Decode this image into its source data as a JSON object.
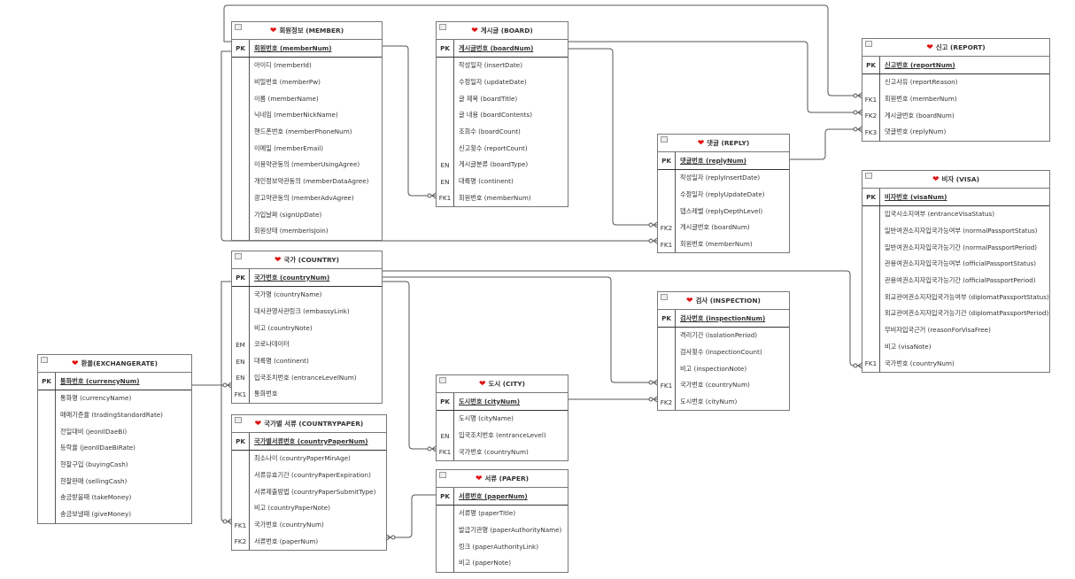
{
  "diagram": {
    "accent_heart_color": "#e01010",
    "tables": [
      {
        "id": "member",
        "title": "회원정보 (MEMBER)",
        "pk": {
          "key": "PK",
          "name": "회원번호 (memberNum)"
        },
        "fields": [
          {
            "key": "",
            "name": "아이디 (memberId)"
          },
          {
            "key": "",
            "name": "비밀번호 (memberPw)"
          },
          {
            "key": "",
            "name": "이름 (memberName)"
          },
          {
            "key": "",
            "name": "닉네임 (memberNickName)"
          },
          {
            "key": "",
            "name": "핸드폰번호 (memberPhoneNum)"
          },
          {
            "key": "",
            "name": "이메일 (memberEmail)"
          },
          {
            "key": "",
            "name": "이용약관동의 (memberUsingAgree)"
          },
          {
            "key": "",
            "name": "개인정보약관동의 (memberDataAgree)"
          },
          {
            "key": "",
            "name": "광고약관동의 (memberAdvAgree)"
          },
          {
            "key": "",
            "name": "가입날짜 (signUpDate)"
          },
          {
            "key": "",
            "name": "회원상태 (memberIsJoin)"
          }
        ]
      },
      {
        "id": "board",
        "title": "게시글 (BOARD)",
        "pk": {
          "key": "PK",
          "name": "게시글번호 (boardNum)"
        },
        "fields": [
          {
            "key": "",
            "name": "작성일자 (insertDate)"
          },
          {
            "key": "",
            "name": "수정일자 (updateDate)"
          },
          {
            "key": "",
            "name": "글 제목 (boardTitle)"
          },
          {
            "key": "",
            "name": "글 내용 (boardContents)"
          },
          {
            "key": "",
            "name": "조회수 (boardCount)"
          },
          {
            "key": "",
            "name": "신고횟수 (reportCount)"
          },
          {
            "key": "EN",
            "name": "게시글분류 (boardType)"
          },
          {
            "key": "EN",
            "name": "대륙명 (continent)"
          },
          {
            "key": "FK1",
            "name": "회원번호 (memberNum)"
          }
        ]
      },
      {
        "id": "report",
        "title": "신고 (REPORT)",
        "pk": {
          "key": "PK",
          "name": "신고번호 (reportNum)"
        },
        "fields": [
          {
            "key": "",
            "name": "신고사유 (reportReason)"
          },
          {
            "key": "FK1",
            "name": "회원번호 (memberNum)"
          },
          {
            "key": "FK2",
            "name": "게시글번호 (boardNum)"
          },
          {
            "key": "FK3",
            "name": "댓글번호 (replyNum)"
          }
        ]
      },
      {
        "id": "reply",
        "title": "댓글 (REPLY)",
        "pk": {
          "key": "PK",
          "name": "댓글번호 (replyNum)"
        },
        "fields": [
          {
            "key": "",
            "name": "작성일자 (replyInsertDate)"
          },
          {
            "key": "",
            "name": "수정일자 (replyUpdateDate)"
          },
          {
            "key": "",
            "name": "뎁스레벨 (replyDepthLevel)"
          },
          {
            "key": "FK2",
            "name": "게시글번호 (boardNum)"
          },
          {
            "key": "FK1",
            "name": "회원번호 (memberNum)"
          }
        ]
      },
      {
        "id": "visa",
        "title": "비자 (VISA)",
        "pk": {
          "key": "PK",
          "name": "비자번호 (visaNum)"
        },
        "fields": [
          {
            "key": "",
            "name": "입국시소지여부 (entranceVisaStatus)"
          },
          {
            "key": "",
            "name": "일반여권소지자입국가능여부 (normalPassportStatus)"
          },
          {
            "key": "",
            "name": "일반여권소지자입국가능기간 (normalPassportPeriod)"
          },
          {
            "key": "",
            "name": "관용여권소지자입국가능여부 (officialPassportStatus)"
          },
          {
            "key": "",
            "name": "관용여권소지자입국가능기간 (officialPassportPeriod)"
          },
          {
            "key": "",
            "name": "외교관여권소지자입국가능여부 (diplomatPassportStatus)"
          },
          {
            "key": "",
            "name": "외교관여권소지자입국가능기간 (diplomatPassportPeriod)"
          },
          {
            "key": "",
            "name": "무비자입국근거 (reasonForVisaFree)"
          },
          {
            "key": "",
            "name": "비고 (visaNote)"
          },
          {
            "key": "FK1",
            "name": "국가번호 (countryNum)"
          }
        ]
      },
      {
        "id": "country",
        "title": "국가 (COUNTRY)",
        "pk": {
          "key": "PK",
          "name": "국가번호 (countryNum)"
        },
        "fields": [
          {
            "key": "",
            "name": "국가명 (countryName)"
          },
          {
            "key": "",
            "name": "대사관영사관링크 (embassyLink)"
          },
          {
            "key": "",
            "name": "비고 (countryNote)"
          },
          {
            "key": "EM",
            "name": "코로나데이터"
          },
          {
            "key": "EN",
            "name": "대륙명 (continent)"
          },
          {
            "key": "EN",
            "name": "입국조치번호 (entranceLevelNum)"
          },
          {
            "key": "FK1",
            "name": "통화번호"
          }
        ]
      },
      {
        "id": "exchangerate",
        "title": "환율(EXCHANGERATE)",
        "pk": {
          "key": "PK",
          "name": "통화번호 (currencyNum)"
        },
        "fields": [
          {
            "key": "",
            "name": "통화명 (currencyName)"
          },
          {
            "key": "",
            "name": "매매기준율 (tradingStandardRate)"
          },
          {
            "key": "",
            "name": "전일대비 (jeonIlDaeBi)"
          },
          {
            "key": "",
            "name": "등락율 (jeonIlDaeBiRate)"
          },
          {
            "key": "",
            "name": "현찰구입 (buyingCash)"
          },
          {
            "key": "",
            "name": "현찰판매 (sellingCash)"
          },
          {
            "key": "",
            "name": "송금받을때 (takeMoney)"
          },
          {
            "key": "",
            "name": "송금보낼때 (giveMoney)"
          }
        ]
      },
      {
        "id": "countrypaper",
        "title": "국가별 서류 (COUNTRYPAPER)",
        "pk": {
          "key": "PK",
          "name": "국가별서류번호 (countryPaperNum)"
        },
        "fields": [
          {
            "key": "",
            "name": "최소나이 (countryPaperMinAge)"
          },
          {
            "key": "",
            "name": "서류유효기간 (countryPaperExpiration)"
          },
          {
            "key": "",
            "name": "서류제출방법 (countryPaperSubmitType)"
          },
          {
            "key": "",
            "name": "비고 (countryPaperNote)"
          },
          {
            "key": "FK1",
            "name": "국가번호 (countryNum)"
          },
          {
            "key": "FK2",
            "name": "서류번호 (paperNum)"
          }
        ]
      },
      {
        "id": "city",
        "title": "도시 (CITY)",
        "pk": {
          "key": "PK",
          "name": "도시번호 (cityNum)"
        },
        "fields": [
          {
            "key": "",
            "name": "도시명 (cityName)"
          },
          {
            "key": "EN",
            "name": "입국조치번호 (entranceLevel)"
          },
          {
            "key": "FK1",
            "name": "국가번호 (countryNum)"
          }
        ]
      },
      {
        "id": "paper",
        "title": "서류 (PAPER)",
        "pk": {
          "key": "PK",
          "name": "서류번호 (paperNum)"
        },
        "fields": [
          {
            "key": "",
            "name": "서류명 (paperTitle)"
          },
          {
            "key": "",
            "name": "발급기관명 (paperAuthorityName)"
          },
          {
            "key": "",
            "name": "링크 (paperAuthorityLink)"
          },
          {
            "key": "",
            "name": "비고 (paperNote)"
          }
        ]
      },
      {
        "id": "inspection",
        "title": "검사 (INSPECTION)",
        "pk": {
          "key": "PK",
          "name": "검사번호 (inspectionNum)"
        },
        "fields": [
          {
            "key": "",
            "name": "격리기간 (isolationPeriod)"
          },
          {
            "key": "",
            "name": "검사횟수 (inspectionCount)"
          },
          {
            "key": "",
            "name": "비고 (inspectionNote)"
          },
          {
            "key": "FK1",
            "name": "국가번호  (countryNum)"
          },
          {
            "key": "FK2",
            "name": "도시번호 (cityNum)"
          }
        ]
      }
    ],
    "relationships": [
      {
        "from": "member",
        "to": "board"
      },
      {
        "from": "member",
        "to": "report"
      },
      {
        "from": "member",
        "to": "reply"
      },
      {
        "from": "board",
        "to": "report"
      },
      {
        "from": "board",
        "to": "reply"
      },
      {
        "from": "reply",
        "to": "report"
      },
      {
        "from": "country",
        "to": "visa"
      },
      {
        "from": "country",
        "to": "inspection"
      },
      {
        "from": "country",
        "to": "city"
      },
      {
        "from": "exchangerate",
        "to": "country"
      },
      {
        "from": "country",
        "to": "countrypaper"
      },
      {
        "from": "city",
        "to": "inspection"
      },
      {
        "from": "paper",
        "to": "countrypaper"
      }
    ]
  }
}
